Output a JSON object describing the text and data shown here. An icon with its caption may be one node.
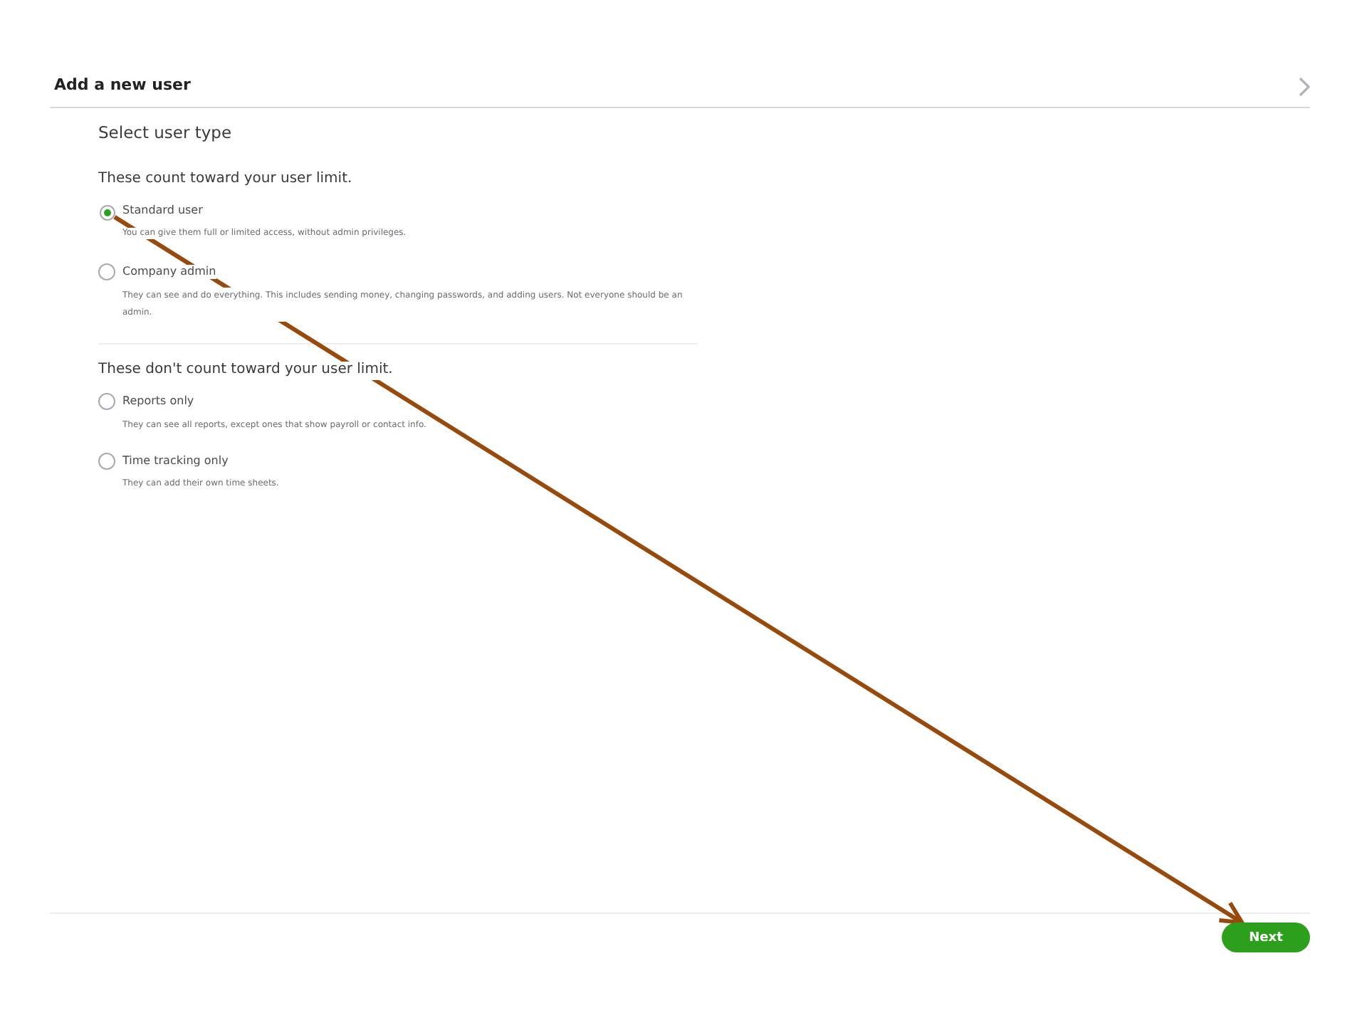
{
  "diagram": {
    "title": "Add a new user",
    "nodes": [
      {
        "text": [],
        "shape": "circle"
      },
      {
        "text": [
          "Next"
        ]
      }
    ],
    "edges": [
      {
        "from": 0,
        "to": 1,
        "arrow": "to"
      }
    ],
    "labels": [
      "Select user type",
      "These count toward your user limit.",
      "Standard user",
      "You can give them full or limited access, without admin privileges.",
      "Company admin",
      "They can see and do everything. This includes sending money, changing passwords, and adding users. Not everyone should be an admin.",
      "These don't count toward your user limit.",
      "Reports only",
      "They can see all reports, except ones that show payroll or contact info.",
      "Time tracking only",
      "They can add their own time sheets."
    ]
  }
}
